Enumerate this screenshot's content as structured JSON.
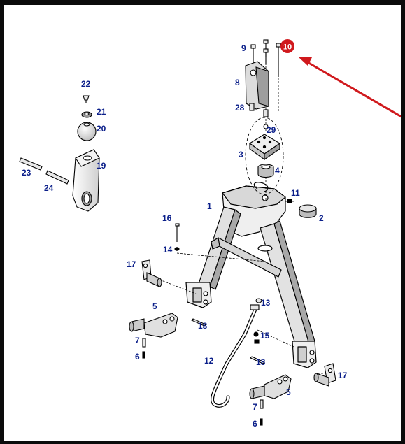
{
  "diagram": {
    "label_color": "#0b1f8a",
    "highlight": {
      "text": "10",
      "color": "#d0191d"
    },
    "arrow_color": "#d0191d",
    "parts": [
      {
        "id": "p1",
        "text": "1"
      },
      {
        "id": "p2",
        "text": "2"
      },
      {
        "id": "p3",
        "text": "3"
      },
      {
        "id": "p4",
        "text": "4"
      },
      {
        "id": "p5a",
        "text": "5"
      },
      {
        "id": "p5b",
        "text": "5"
      },
      {
        "id": "p6a",
        "text": "6"
      },
      {
        "id": "p6b",
        "text": "6"
      },
      {
        "id": "p7a",
        "text": "7"
      },
      {
        "id": "p7b",
        "text": "7"
      },
      {
        "id": "p8",
        "text": "8"
      },
      {
        "id": "p9",
        "text": "9"
      },
      {
        "id": "p11",
        "text": "11"
      },
      {
        "id": "p12",
        "text": "12"
      },
      {
        "id": "p13",
        "text": "13"
      },
      {
        "id": "p14",
        "text": "14"
      },
      {
        "id": "p15",
        "text": "15"
      },
      {
        "id": "p16",
        "text": "16"
      },
      {
        "id": "p17a",
        "text": "17"
      },
      {
        "id": "p17b",
        "text": "17"
      },
      {
        "id": "p18a",
        "text": "18"
      },
      {
        "id": "p18b",
        "text": "18"
      },
      {
        "id": "p19",
        "text": "19"
      },
      {
        "id": "p20",
        "text": "20"
      },
      {
        "id": "p21",
        "text": "21"
      },
      {
        "id": "p22",
        "text": "22"
      },
      {
        "id": "p23",
        "text": "23"
      },
      {
        "id": "p24",
        "text": "24"
      },
      {
        "id": "p28",
        "text": "28"
      },
      {
        "id": "p29",
        "text": "29"
      }
    ]
  }
}
